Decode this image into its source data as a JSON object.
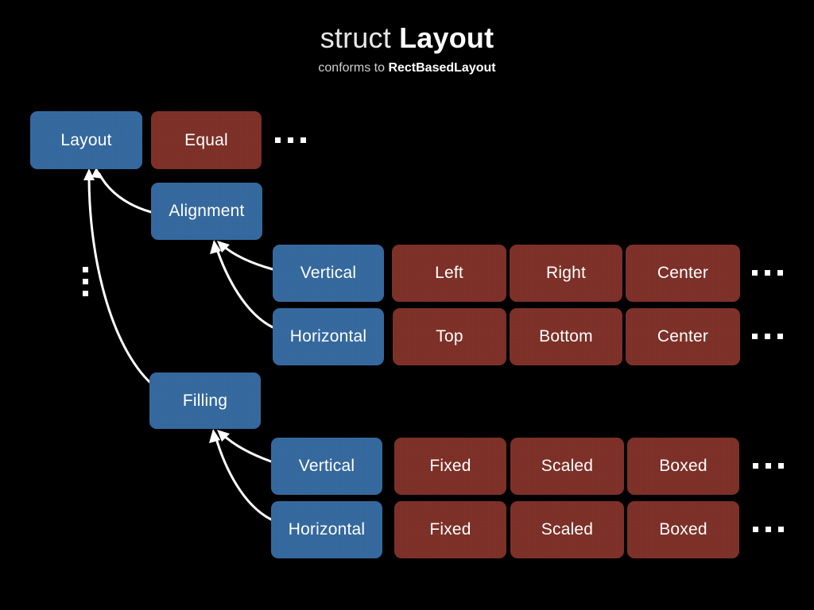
{
  "header": {
    "title_keyword": "struct",
    "title_name": "Layout",
    "subtitle_prefix": "conforms to",
    "subtitle_protocol": "RectBasedLayout"
  },
  "colors": {
    "background": "#000000",
    "struct_node": "#33679d",
    "case_node": "#7b2e25",
    "text": "#ffffff",
    "arrow": "#ffffff"
  },
  "nodes": {
    "layout": "Layout",
    "equal": "Equal",
    "alignment": "Alignment",
    "filling": "Filling",
    "alignment_vertical": "Vertical",
    "alignment_horizontal": "Horizontal",
    "alignment_vertical_cases": [
      "Left",
      "Right",
      "Center"
    ],
    "alignment_horizontal_cases": [
      "Top",
      "Bottom",
      "Center"
    ],
    "filling_vertical": "Vertical",
    "filling_horizontal": "Horizontal",
    "filling_vertical_cases": [
      "Fixed",
      "Scaled",
      "Boxed"
    ],
    "filling_horizontal_cases": [
      "Fixed",
      "Scaled",
      "Boxed"
    ]
  },
  "ellipsis": {
    "glyph": "...",
    "top_row_more": "horizontal-ellipsis",
    "left_column_more": "vertical-ellipsis"
  }
}
